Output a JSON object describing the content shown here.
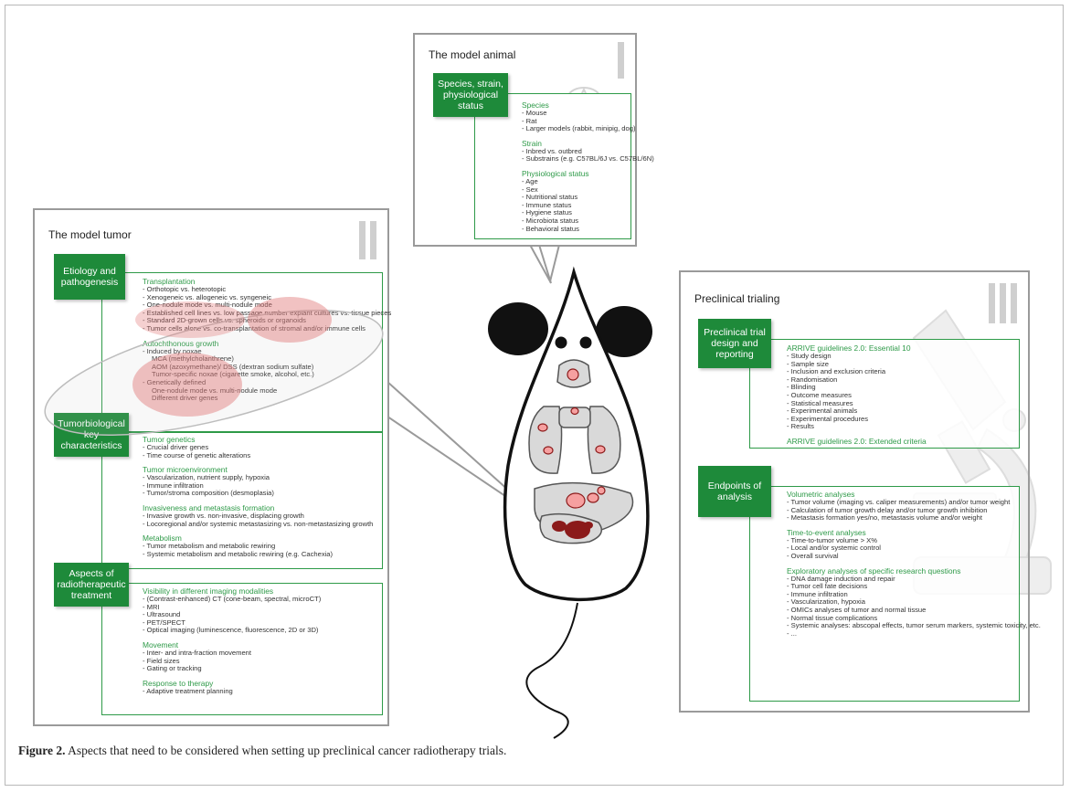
{
  "panels": {
    "animal": {
      "title": "The model animal",
      "roman": "I",
      "box_label": "Species, strain, physiological status",
      "sections": [
        {
          "heading": "Species",
          "items": [
            "- Mouse",
            "- Rat",
            "- Larger models (rabbit, minipig, dog)"
          ]
        },
        {
          "heading": "Strain",
          "items": [
            "- Inbred vs. outbred",
            "- Substrains (e.g. C57BL/6J vs. C57BL/6N)"
          ]
        },
        {
          "heading": "Physiological status",
          "items": [
            "- Age",
            "- Sex",
            "- Nutritional status",
            "- Immune status",
            "- Hygiene status",
            "- Microbiota status",
            "- Behavioral status"
          ]
        }
      ]
    },
    "tumor": {
      "title": "The model tumor",
      "roman": "II",
      "groups": [
        {
          "box_label": "Etiology and pathogenesis",
          "sections": [
            {
              "heading": "Transplantation",
              "items": [
                "- Orthotopic vs. heterotopic",
                "- Xenogeneic vs. allogeneic vs. syngeneic",
                "- One-nodule mode vs. multi-nodule mode",
                "- Established cell lines vs. low passage number explant cultures vs. tissue pieces",
                "- Standard 2D-grown cells vs. spheroids or organoids",
                "- Tumor cells alone vs. co-transplantation of stromal and/or immune cells"
              ]
            },
            {
              "heading": "Autochthonous growth",
              "items": [
                "- Induced by noxae",
                "  MCA (methylcholanthrene)",
                "  AOM (azoxymethane)/ DSS (dextran sodium sulfate)",
                "  Tumor-specific noxae (cigarette smoke, alcohol, etc.)",
                "- Genetically defined",
                "  One-nodule mode vs. multi-nodule mode",
                "  Different driver genes"
              ]
            }
          ]
        },
        {
          "box_label": "Tumorbiological key characteristics",
          "sections": [
            {
              "heading": "Tumor genetics",
              "items": [
                "- Crucial driver genes",
                "- Time course of genetic alterations"
              ]
            },
            {
              "heading": "Tumor microenvironment",
              "items": [
                "- Vascularization, nutrient supply, hypoxia",
                "- Immune infiltration",
                "- Tumor/stroma composition (desmoplasia)"
              ]
            },
            {
              "heading": "Invasiveness and metastasis formation",
              "items": [
                "- Invasive growth vs. non-invasive, displacing growth",
                "- Locoregional and/or systemic metastasizing vs. non-metastasizing growth"
              ]
            },
            {
              "heading": "Metabolism",
              "items": [
                "- Tumor metabolism and metabolic rewiring",
                "- Systemic metabolism and metabolic rewiring (e.g. Cachexia)"
              ]
            }
          ]
        },
        {
          "box_label": "Aspects of radiotherapeutic treatment",
          "sections": [
            {
              "heading": "Visibility in different imaging modalities",
              "items": [
                "- (Contrast-enhanced) CT (cone-beam, spectral, microCT)",
                "- MRI",
                "- Ultrasound",
                "- PET/SPECT",
                "- Optical imaging (luminescence, fluorescence, 2D or 3D)"
              ]
            },
            {
              "heading": "Movement",
              "items": [
                "- Inter- and intra-fraction movement",
                "- Field sizes",
                "- Gating or tracking"
              ]
            },
            {
              "heading": "Response to therapy",
              "items": [
                "- Adaptive treatment planning"
              ]
            }
          ]
        }
      ]
    },
    "trial": {
      "title": "Preclinical trialing",
      "roman": "III",
      "groups": [
        {
          "box_label": "Preclinical trial design and reporting",
          "sections": [
            {
              "heading": "ARRIVE guidelines 2.0: Essential 10",
              "items": [
                "- Study design",
                "- Sample size",
                "- Inclusion and exclusion criteria",
                "- Randomisation",
                "- Blinding",
                "- Outcome measures",
                "- Statistical measures",
                "- Experimental animals",
                "- Experimental procedures",
                "- Results"
              ]
            },
            {
              "heading": "ARRIVE guidelines 2.0: Extended criteria",
              "items": []
            }
          ]
        },
        {
          "box_label": "Endpoints of analysis",
          "sections": [
            {
              "heading": "Volumetric analyses",
              "items": [
                "- Tumor volume (imaging vs. caliper measurements) and/or tumor weight",
                "- Calculation of tumor growth delay and/or tumor growth inhibition",
                "- Metastasis formation yes/no, metastasis volume and/or weight"
              ]
            },
            {
              "heading": "Time-to-event analyses",
              "items": [
                "- Time-to-tumor volume > X%",
                "- Local and/or systemic control",
                "- Overall survival"
              ]
            },
            {
              "heading": "Exploratory analyses of specific research questions",
              "items": [
                "- DNA damage induction and repair",
                "- Tumor cell fate decisions",
                "- Immune infiltration",
                "- Vascularization, hypoxia",
                "- OMICs analyses of tumor and normal tissue",
                "- Normal tissue complications",
                "- Systemic analyses: abscopal effects, tumor serum markers, systemic toxicity, etc.",
                "- ..."
              ]
            }
          ]
        }
      ]
    }
  },
  "caption": {
    "label": "Figure 2.",
    "text": " Aspects that need to be considered when setting up preclinical cancer radiotherapy trials."
  },
  "colors": {
    "green": "#1e8a3a",
    "heading_green": "#2e9a48",
    "panel_border": "#9a9a9a",
    "roman_bar": "#cfcfcf",
    "tumor_pink": "#f08a8a",
    "tumor_dark": "#8b1a1a"
  }
}
